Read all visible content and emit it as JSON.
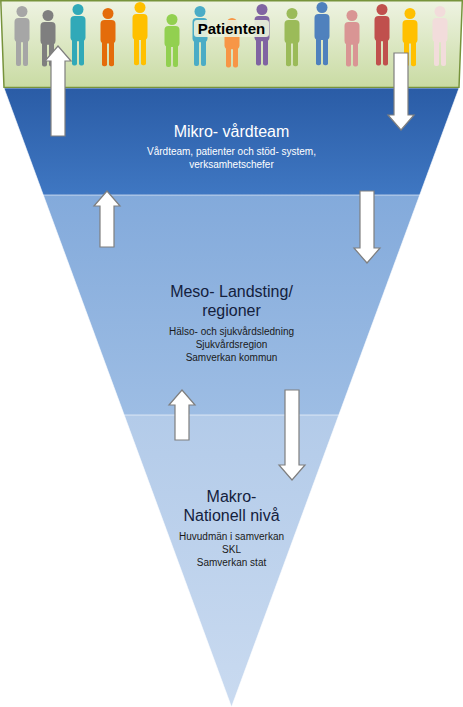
{
  "diagram": {
    "nodes": [
      {
        "text": [
          "Patienten"
        ]
      },
      {
        "text": [
          "Mikro- vårdteam",
          "Vårdteam, patienter och stöd- system, verksamhetschefer"
        ]
      },
      {
        "text": [
          "Meso- Landsting/ regioner",
          "Hälso- och sjukvårdsledning",
          "Sjukvårdsregion",
          "Samverkan kommun"
        ]
      },
      {
        "text": [
          "Makro- Nationell nivå",
          "Huvudmän i samverkan",
          "SKL",
          "Samverkan stat"
        ]
      }
    ],
    "edges": [
      {
        "from": 1,
        "to": 0,
        "arrow": "to"
      },
      {
        "from": 0,
        "to": 1,
        "arrow": "to"
      },
      {
        "from": 2,
        "to": 1,
        "arrow": "to"
      },
      {
        "from": 1,
        "to": 2,
        "arrow": "to"
      },
      {
        "from": 3,
        "to": 2,
        "arrow": "to"
      },
      {
        "from": 2,
        "to": 3,
        "arrow": "to"
      }
    ]
  }
}
